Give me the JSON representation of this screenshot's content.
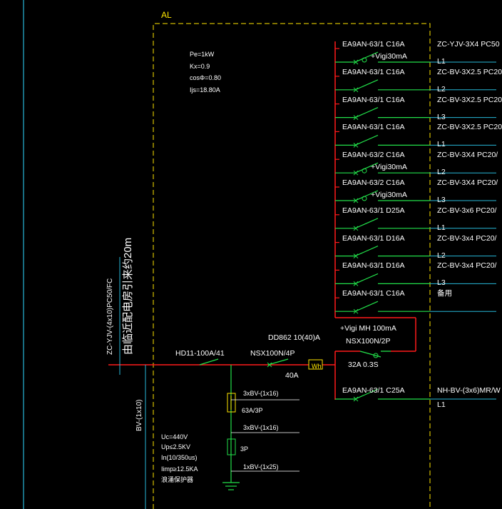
{
  "panel": {
    "name": "AL",
    "params": [
      "Pe=1kW",
      "Kx=0.9",
      "cosΦ=0.80",
      "Ijs=18.80A"
    ]
  },
  "incoming": {
    "cable_main": "ZC-YJV-(4x10)PC50/FC",
    "cable_from": "由临近配电房引来约20m",
    "isolator": "HD11-100A/41",
    "breaker": "NSX100N/4P",
    "breaker_rating": "40A",
    "meter": "DD862 10(40)A",
    "meter_box": "Wh",
    "earth_cable": "BV-(1x10)"
  },
  "rcd": {
    "vigi": "+Vigi MH 100mA",
    "breaker": "NSX100N/2P",
    "rating": "32A 0.3S"
  },
  "spd": {
    "wire1": "3xBV-(1x16)",
    "fuse": "63A/3P",
    "wire2": "3xBV-(1x16)",
    "spd_rating": "3P",
    "wire3": "1xBV-(1x25)",
    "specs": [
      "Uc=440V",
      "Up≤2.5KV",
      "In(10/350us)",
      "Iimp≥12.5KA",
      "浪涌保护器"
    ]
  },
  "circuits": [
    {
      "breaker": "EA9AN-63/1 C16A",
      "vigi": "+Vigi30mA",
      "cable": "ZC-YJV-3X4 PC50",
      "phase": "L1"
    },
    {
      "breaker": "EA9AN-63/1 C16A",
      "vigi": "",
      "cable": "ZC-BV-3X2.5 PC20",
      "phase": "L2"
    },
    {
      "breaker": "EA9AN-63/1 C16A",
      "vigi": "",
      "cable": "ZC-BV-3X2.5 PC20",
      "phase": "L3"
    },
    {
      "breaker": "EA9AN-63/1 C16A",
      "vigi": "",
      "cable": "ZC-BV-3X2.5 PC20",
      "phase": "L1"
    },
    {
      "breaker": "EA9AN-63/2 C16A",
      "vigi": "+Vigi30mA",
      "cable": "ZC-BV-3X4 PC20/",
      "phase": "L2"
    },
    {
      "breaker": "EA9AN-63/2 C16A",
      "vigi": "+Vigi30mA",
      "cable": "ZC-BV-3X4 PC20/",
      "phase": "L3"
    },
    {
      "breaker": "EA9AN-63/1 D25A",
      "vigi": "",
      "cable": "ZC-BV-3x6 PC20/",
      "phase": "L1"
    },
    {
      "breaker": "EA9AN-63/1 D16A",
      "vigi": "",
      "cable": "ZC-BV-3x4 PC20/",
      "phase": "L2"
    },
    {
      "breaker": "EA9AN-63/1 D16A",
      "vigi": "",
      "cable": "ZC-BV-3x4 PC20/",
      "phase": "L3"
    },
    {
      "breaker": "EA9AN-63/1 C16A",
      "vigi": "",
      "cable": "备用",
      "phase": ""
    }
  ],
  "last_circuit": {
    "breaker": "EA9AN-63/1 C25A",
    "cable": "NH-BV-(3x6)MR/W",
    "phase": "L1"
  }
}
